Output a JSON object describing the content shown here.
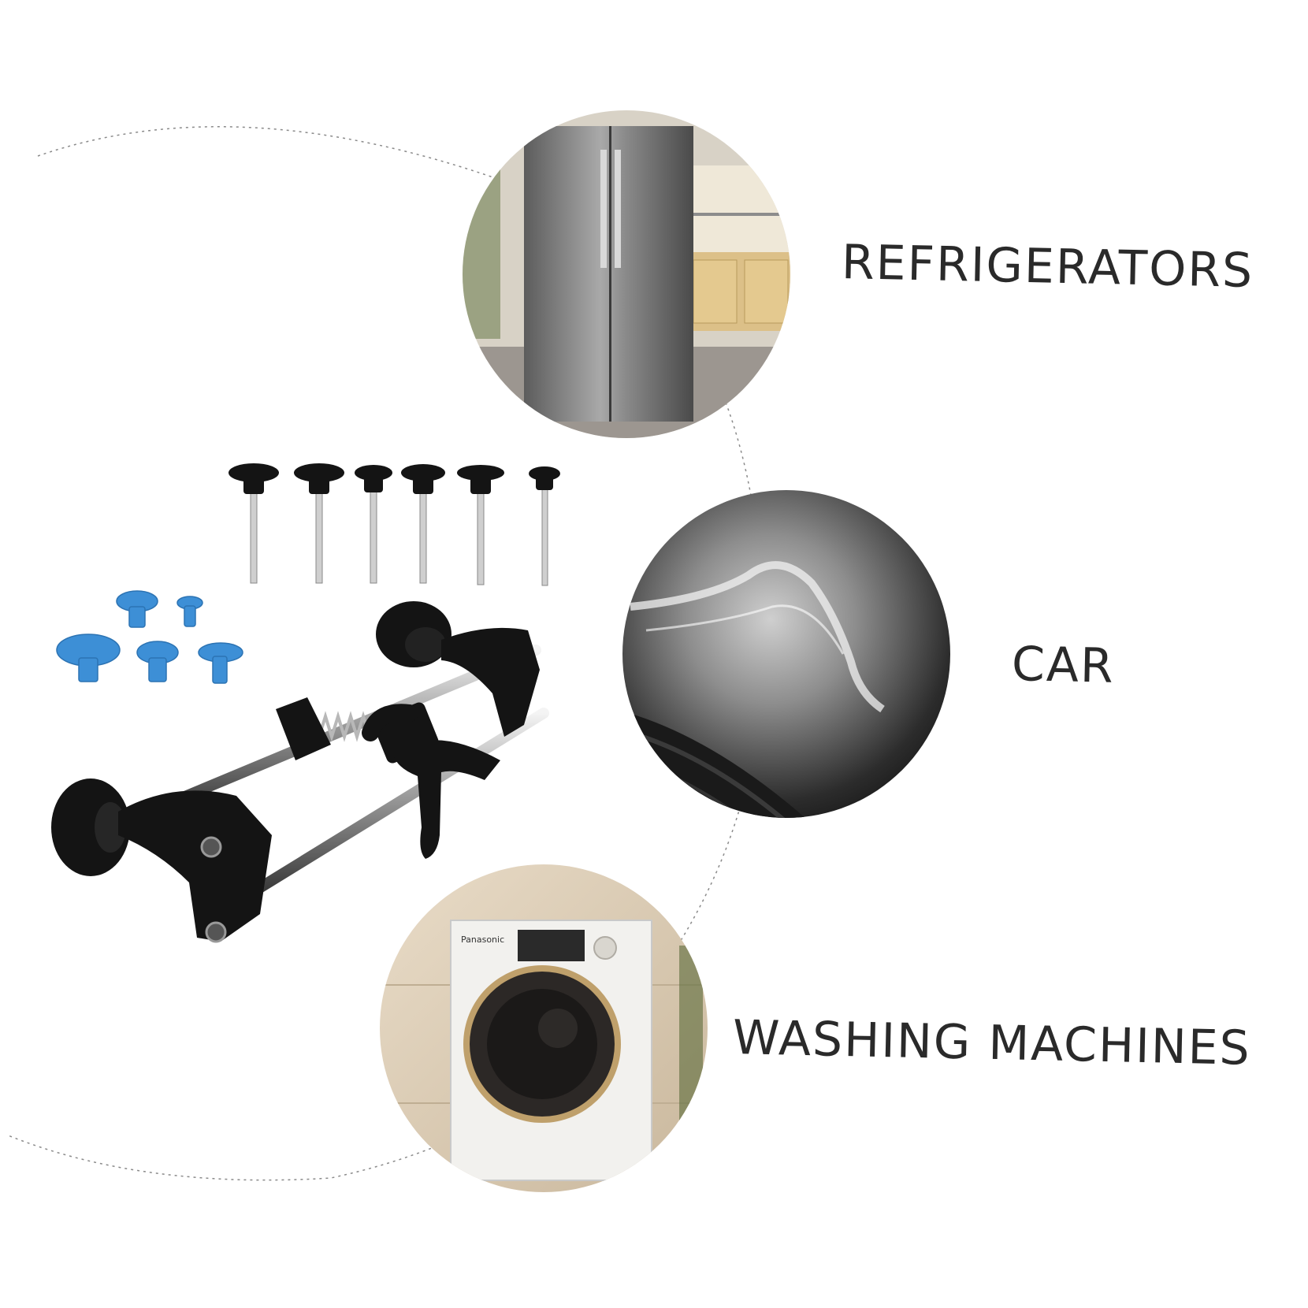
{
  "labels": {
    "refrigerators": "REFRIGERATORS",
    "car": "CAR",
    "washing_machines": "WASHING MACHINES"
  },
  "appliance_brand": "Panasonic",
  "colors": {
    "glue_tab_blue": "#3d8fd6",
    "tool_black": "#141414",
    "text": "#2a2a2a",
    "dotted_line": "#8a8a8a"
  },
  "icons": [
    "refrigerator-photo",
    "car-dent-photo",
    "washing-machine-photo",
    "dent-puller-tool",
    "glue-tab",
    "puller-pin"
  ]
}
